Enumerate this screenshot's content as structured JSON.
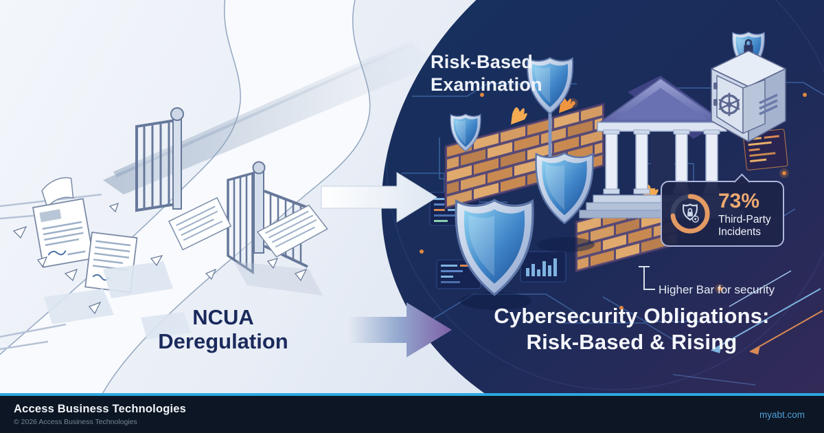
{
  "left_panel": {
    "heading_line1": "NCUA",
    "heading_line2": "Deregulation"
  },
  "right_panel": {
    "exam_label_line1": "Risk-Based",
    "exam_label_line2": "Examination",
    "headline_line1": "Cybersecurity Obligations:",
    "headline_line2": "Risk-Based & Rising",
    "annotation": "Higher Bar for security",
    "stat": {
      "value": "73%",
      "percent": 73,
      "label_line1": "Third-Party",
      "label_line2": "Incidents"
    }
  },
  "footer": {
    "company": "Access Business Technologies",
    "copyright": "© 2026 Access Business Technologies",
    "website": "myabt.com"
  },
  "icons": {
    "stat_icon": "shield-lock-icon",
    "vault_top_icon": "shield-padlock-icon",
    "scene_icons": [
      "gate-icon",
      "road-icon",
      "papers-icon",
      "arrow-right-icon",
      "shield-icon",
      "firewall-icon",
      "bank-icon",
      "vault-icon",
      "circuit-icon"
    ]
  },
  "colors": {
    "accent_cyan": "#2ba9e2",
    "dark_navy": "#172f60",
    "dark_purple": "#342a58",
    "stat_orange": "#edaa70",
    "footer_bg": "#0c1624",
    "link_blue": "#4f9fd9",
    "light_bg": "#e9eef6",
    "heading_navy": "#1b2a5c"
  }
}
